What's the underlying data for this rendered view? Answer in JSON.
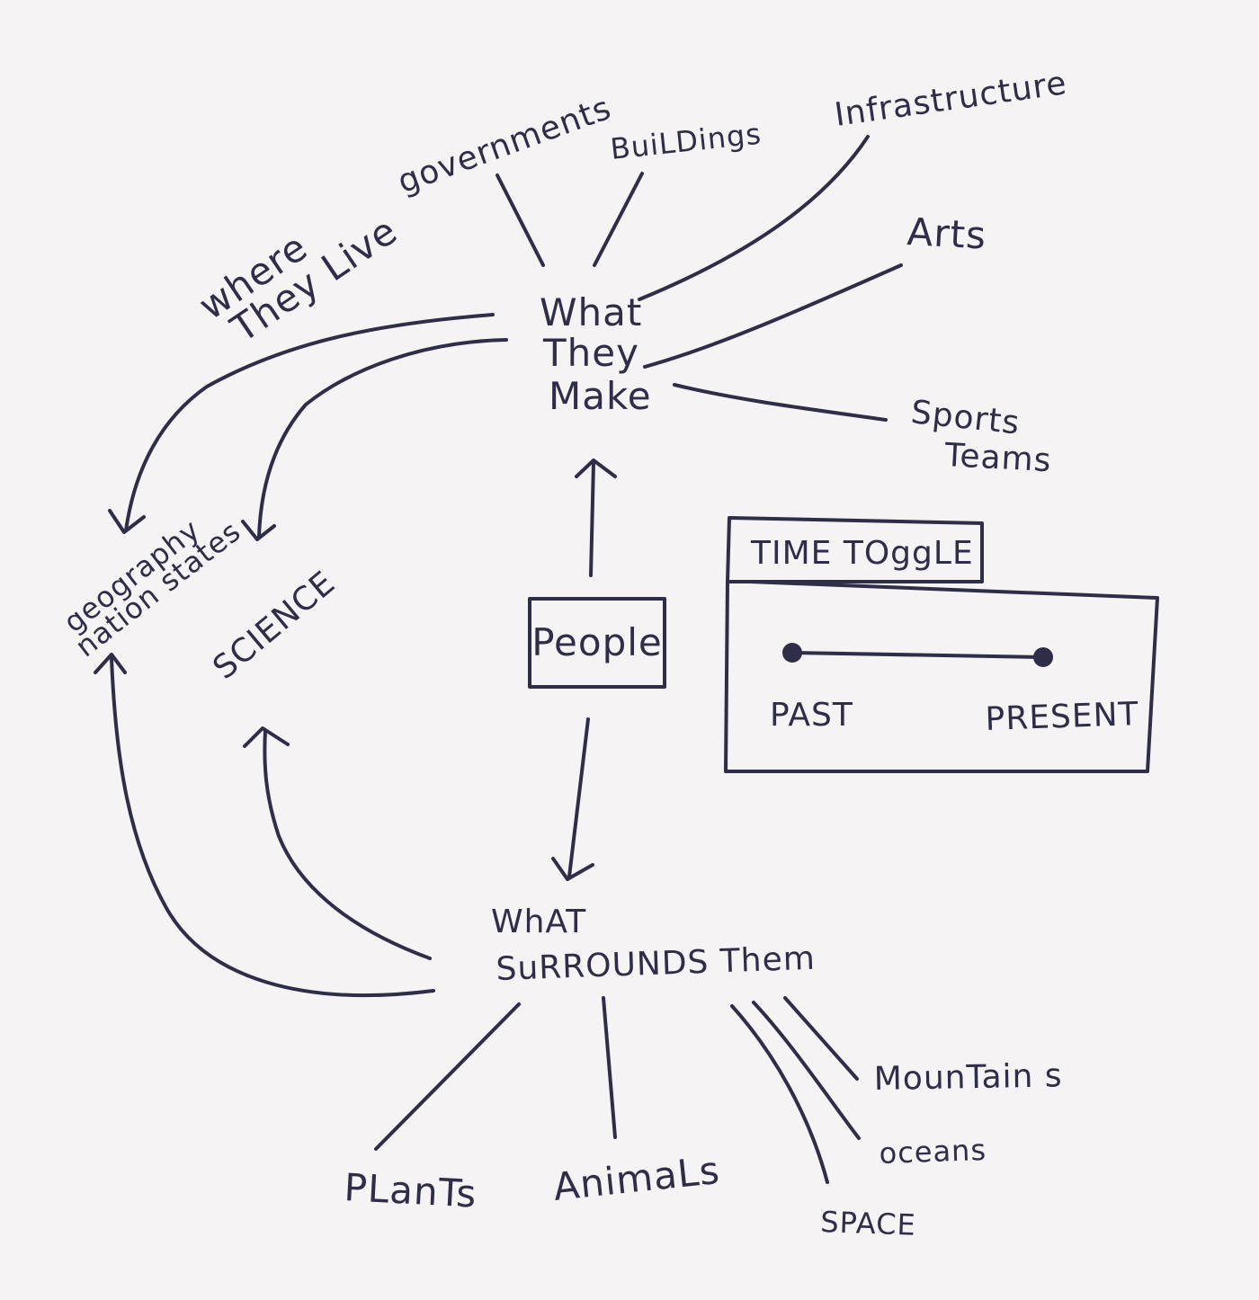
{
  "diagram": {
    "center": "People",
    "make": {
      "line1": "What",
      "line2": "They",
      "line3": "Make",
      "branches": {
        "governments": "governments",
        "buildings": "BuiLDings",
        "infrastructure": "Infrastructure",
        "arts": "Arts",
        "sports_line1": "Sports",
        "sports_line2": "Teams"
      }
    },
    "surrounds": {
      "line1": "WhAT",
      "line2": "SuRROUNDS Them",
      "branches": {
        "plants": "PLanTs",
        "animals": "AnimaLs",
        "space": "SPACE",
        "oceans": "oceans",
        "mountains": "MounTain s"
      }
    },
    "where": {
      "line1": "where",
      "line2": "They Live"
    },
    "geography": {
      "line1": "geography",
      "line2": "nation states"
    },
    "science": "SCIENCE",
    "time_toggle": {
      "tab": "TIME TOggLE",
      "past": "PAST",
      "present": "PRESENT"
    }
  }
}
